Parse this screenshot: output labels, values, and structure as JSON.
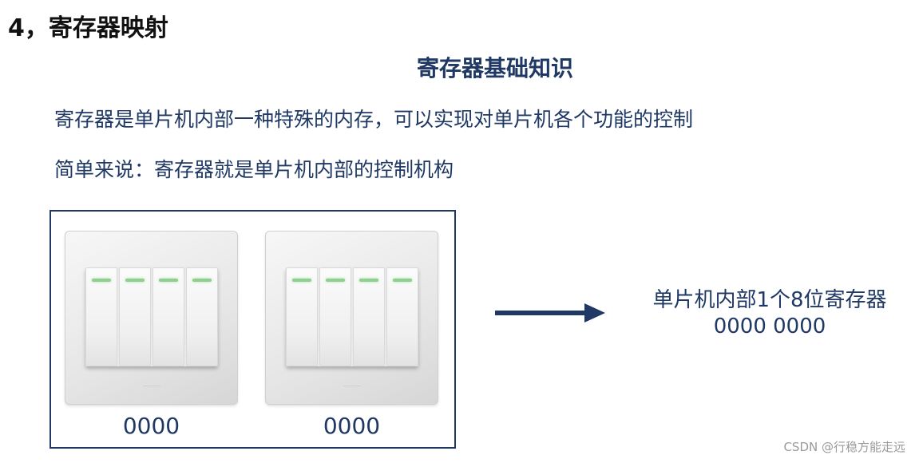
{
  "heading": "4，寄存器映射",
  "subheading": "寄存器基础知识",
  "paragraphs": [
    "寄存器是单片机内部一种特殊的内存，可以实现对单片机各个功能的控制",
    "简单来说：寄存器就是单片机内部的控制机构"
  ],
  "switches": [
    {
      "value": "0000",
      "rocker_count": 4
    },
    {
      "value": "0000",
      "rocker_count": 4
    }
  ],
  "register": {
    "label": "单片机内部1个8位寄存器",
    "bits": "0000 0000"
  },
  "watermark": "CSDN @行稳方能走远",
  "colors": {
    "navy": "#1f3864",
    "led": "#8fcf8f"
  }
}
